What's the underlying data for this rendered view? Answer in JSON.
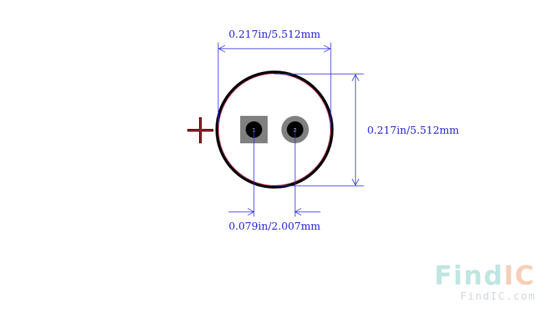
{
  "footprint": {
    "width_dim": "0.217in/5.512mm",
    "height_dim": "0.217in/5.512mm",
    "pitch_dim": "0.079in/2.007mm",
    "polarity_mark": "+",
    "pin1_label": "1",
    "pin2_label": "2"
  },
  "watermark": {
    "brand_part1": "Find",
    "brand_part2": "IC",
    "url": "FindIC.com"
  },
  "colors": {
    "dimension_line": "#3333dd",
    "dimension_text": "#2222cc",
    "outline": "#000000",
    "courtyard": "#cc3355",
    "pad": "#808080",
    "drill": "#000000",
    "polarity_stroke": "#5a1010",
    "watermark_teal": "#bfe6e0",
    "watermark_orange": "#f7cfb8",
    "watermark_url": "#cfd6dc"
  }
}
